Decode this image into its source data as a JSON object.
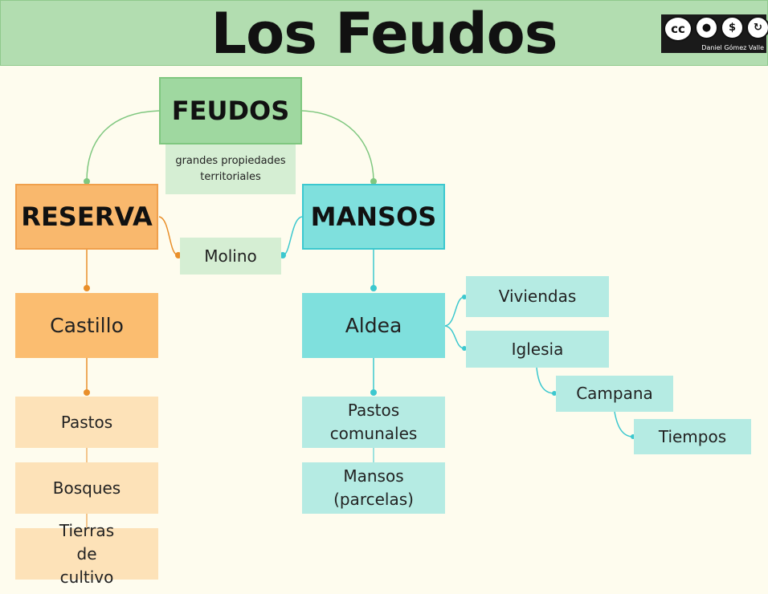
{
  "title": "Los Feudos",
  "credit": {
    "author": "Daniel Gómez Valle",
    "icons": [
      "cc-icon",
      "by-icon",
      "nc-icon",
      "sa-icon"
    ]
  },
  "colors": {
    "header_bg": "#b2ddb0",
    "page_bg": "#fefcee",
    "green": "#9fd8a0",
    "orange": "#f9b86d",
    "teal": "#7fe0dd"
  },
  "nodes": {
    "feudos": "FEUDOS",
    "feudos_desc": "grandes propiedades territoriales",
    "reserva": "RESERVA",
    "mansos": "MANSOS",
    "molino": "Molino",
    "castillo": "Castillo",
    "aldea": "Aldea",
    "pastos": "Pastos",
    "bosques": "Bosques",
    "tierras": "Tierras de cultivo",
    "pastos_comunales": "Pastos comunales",
    "mansos_parcelas": "Mansos (parcelas)",
    "viviendas": "Viviendas",
    "iglesia": "Iglesia",
    "campana": "Campana",
    "tiempos": "Tiempos"
  }
}
